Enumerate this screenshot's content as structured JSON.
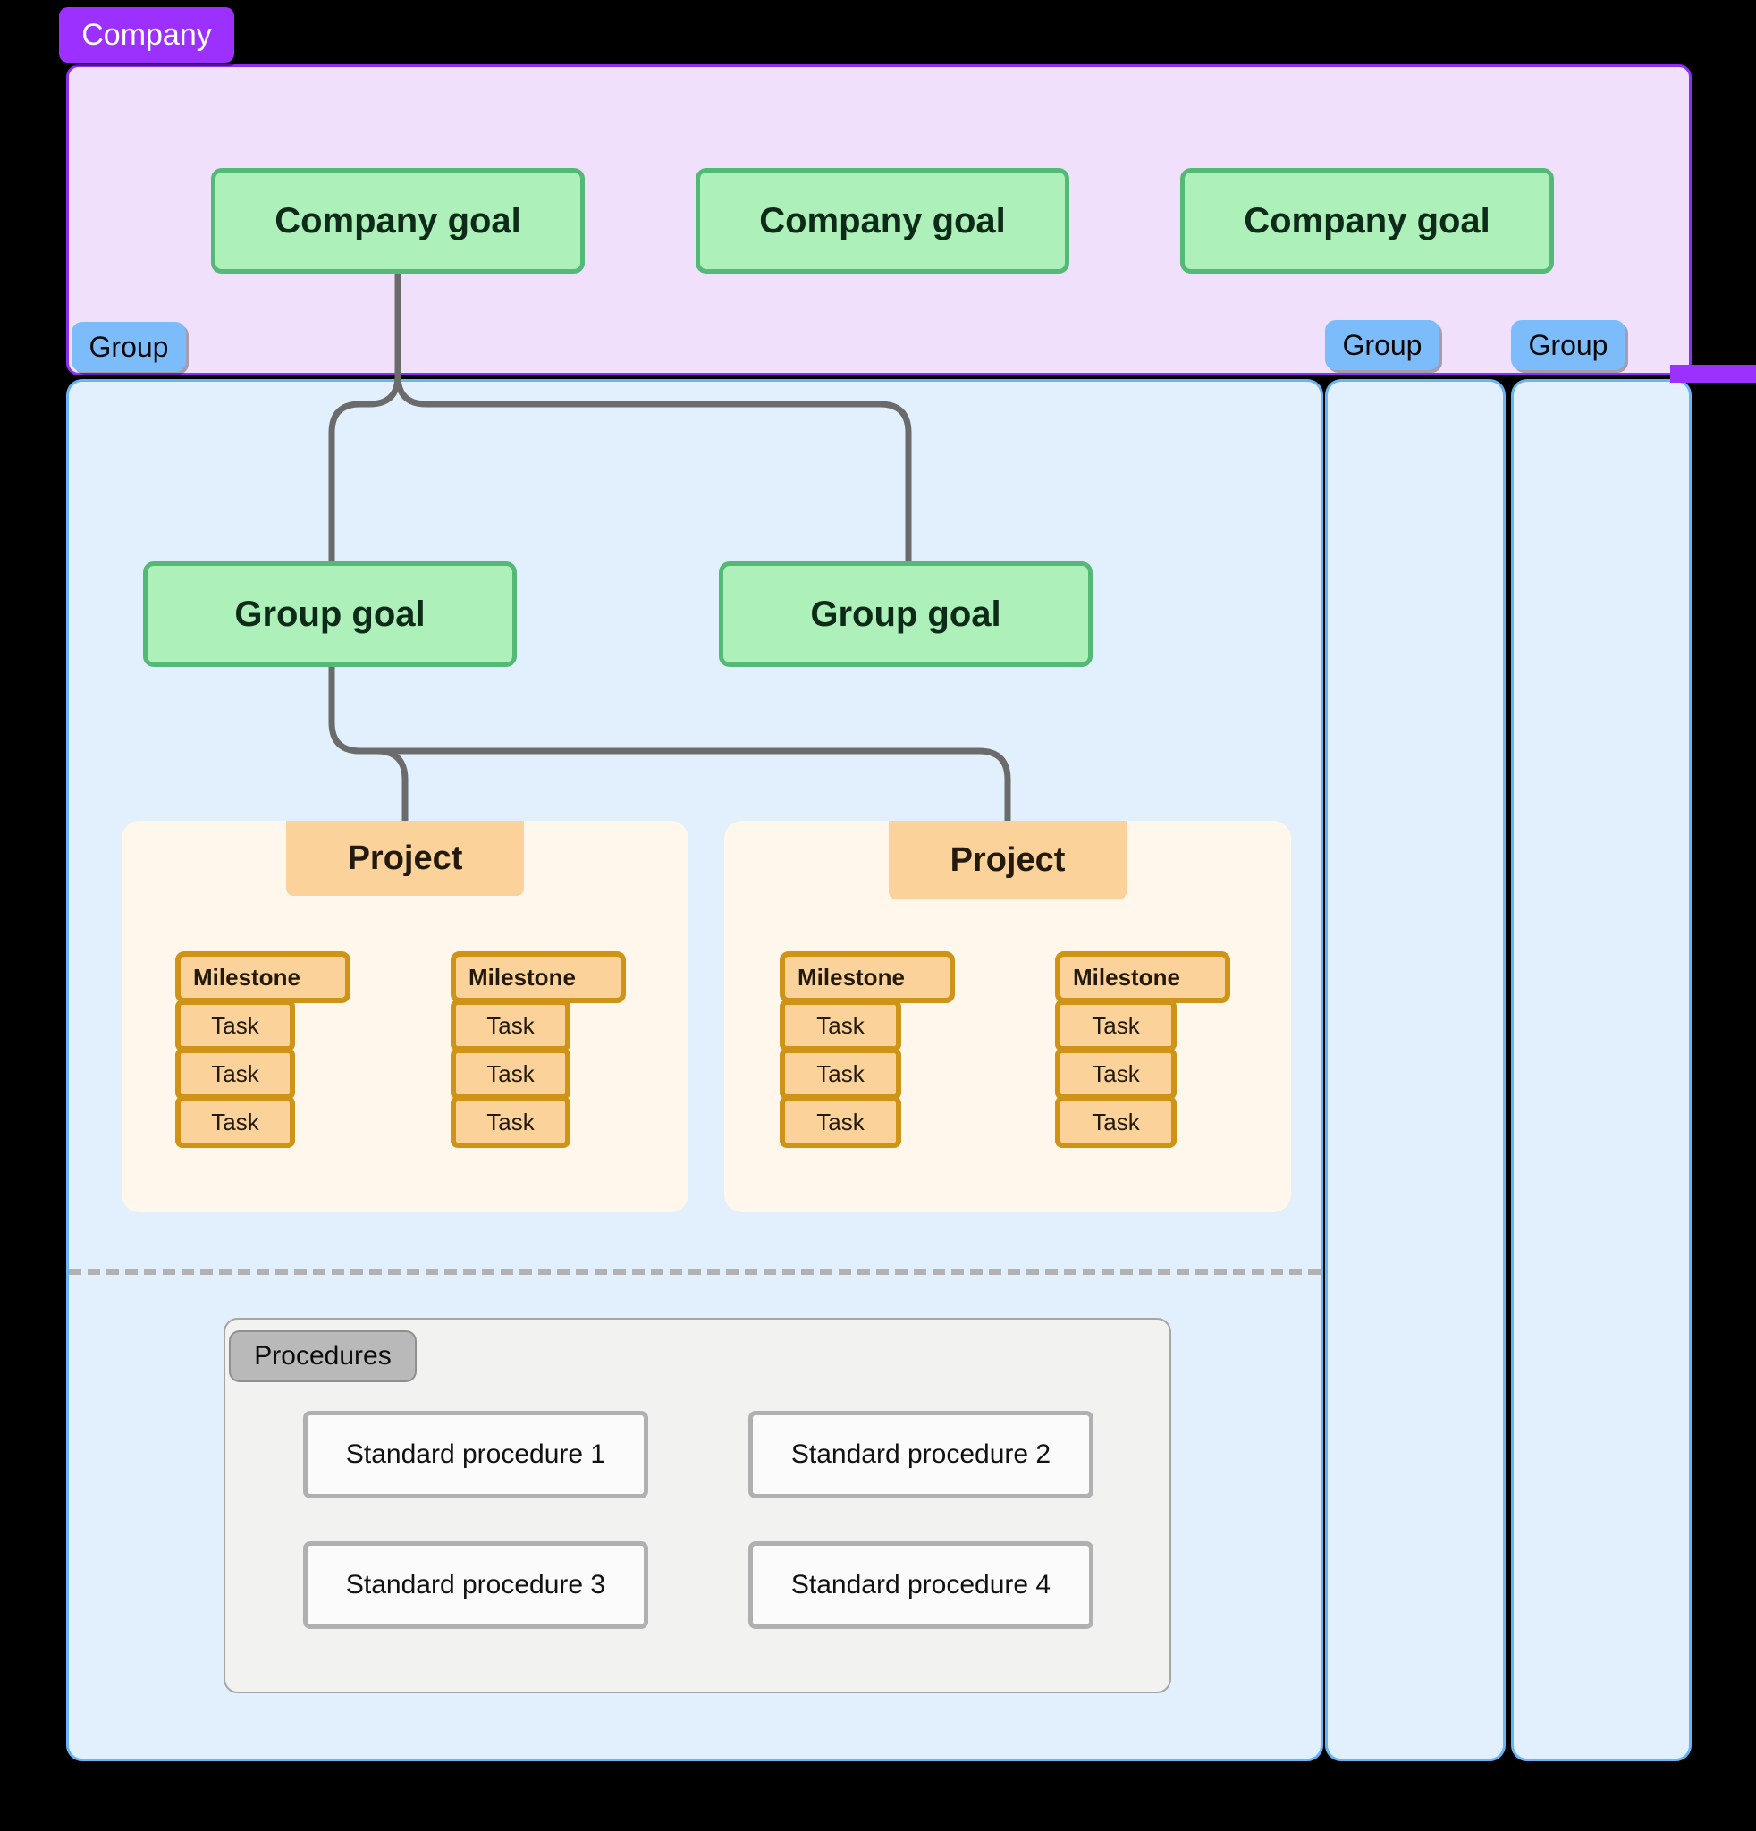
{
  "company": {
    "tag_label": "Company",
    "goals": [
      {
        "label": "Company goal"
      },
      {
        "label": "Company goal"
      },
      {
        "label": "Company goal"
      }
    ]
  },
  "groups": [
    {
      "tag_label": "Group"
    },
    {
      "tag_label": "Group"
    },
    {
      "tag_label": "Group"
    }
  ],
  "group_goals": [
    {
      "label": "Group goal"
    },
    {
      "label": "Group goal"
    }
  ],
  "projects": [
    {
      "label": "Project",
      "milestones": [
        {
          "label": "Milestone",
          "tasks": [
            "Task",
            "Task",
            "Task"
          ]
        },
        {
          "label": "Milestone",
          "tasks": [
            "Task",
            "Task",
            "Task"
          ]
        }
      ]
    },
    {
      "label": "Project",
      "milestones": [
        {
          "label": "Milestone",
          "tasks": [
            "Task",
            "Task",
            "Task"
          ]
        },
        {
          "label": "Milestone",
          "tasks": [
            "Task",
            "Task",
            "Task"
          ]
        }
      ]
    }
  ],
  "procedures": {
    "tag_label": "Procedures",
    "items": [
      {
        "label": "Standard procedure 1"
      },
      {
        "label": "Standard procedure 2"
      },
      {
        "label": "Standard procedure 3"
      },
      {
        "label": "Standard procedure 4"
      }
    ]
  },
  "colors": {
    "company_accent": "#9b30ff",
    "company_panel_bg": "#f0e0fb",
    "group_accent": "#69b4f5",
    "group_panel_bg": "#e2f0fd",
    "group_tag_bg": "#7dbcfb",
    "goal_bg": "#adf0b9",
    "goal_border": "#54b877",
    "project_bg": "#fff7ec",
    "project_header_bg": "#fbd39a",
    "milestone_border": "#cf9317",
    "procedure_border": "#b0b0b0",
    "connector": "#6b6b6b",
    "divider": "#b2b2b2"
  }
}
